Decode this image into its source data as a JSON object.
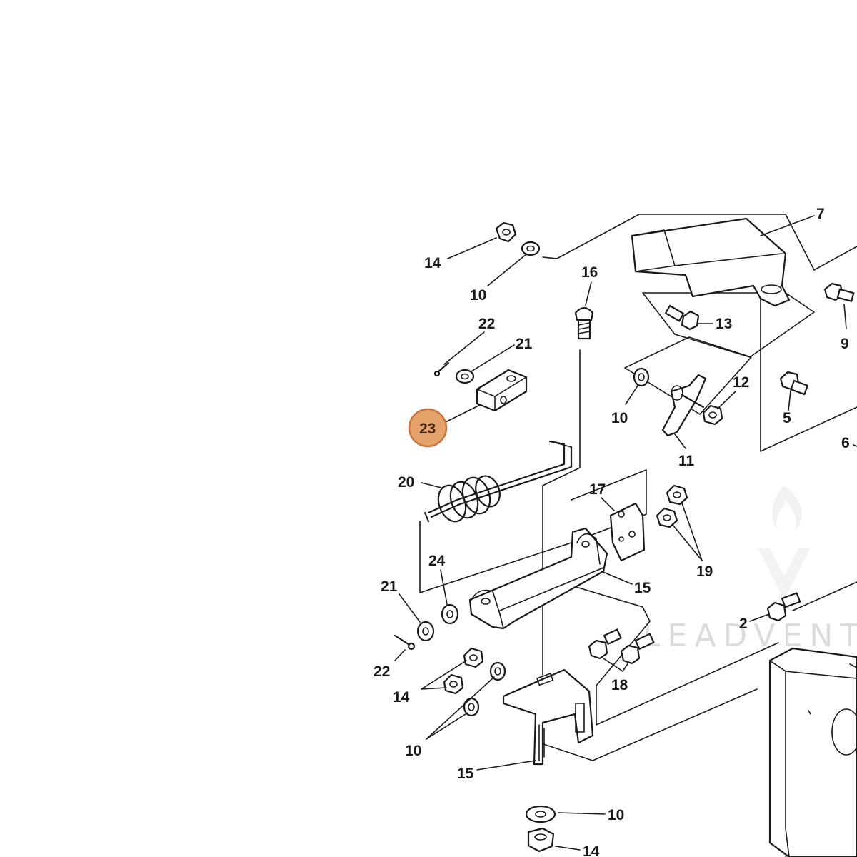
{
  "watermark": {
    "text": "LEADVENT"
  },
  "highlight": {
    "label": "23",
    "color": "#e3a36b"
  },
  "callouts": {
    "c14a": "14",
    "c10a": "10",
    "c16": "16",
    "c22a": "22",
    "c21a": "21",
    "c20": "20",
    "c24": "24",
    "c21b": "21",
    "c22b": "22",
    "c14b": "14",
    "c10b": "10",
    "c15a": "15",
    "c10c": "10",
    "c14c": "14",
    "c7": "7",
    "c9": "9",
    "c13": "13",
    "c12": "12",
    "c10d": "10",
    "c11": "11",
    "c5": "5",
    "c6": "6",
    "c17": "17",
    "c19": "19",
    "c15b": "15",
    "c2": "2",
    "c18": "18"
  },
  "colors": {
    "line": "#1a1a1a",
    "background": "#ffffff",
    "highlight_fill": "#e3a36b",
    "highlight_stroke": "#c8743a"
  }
}
